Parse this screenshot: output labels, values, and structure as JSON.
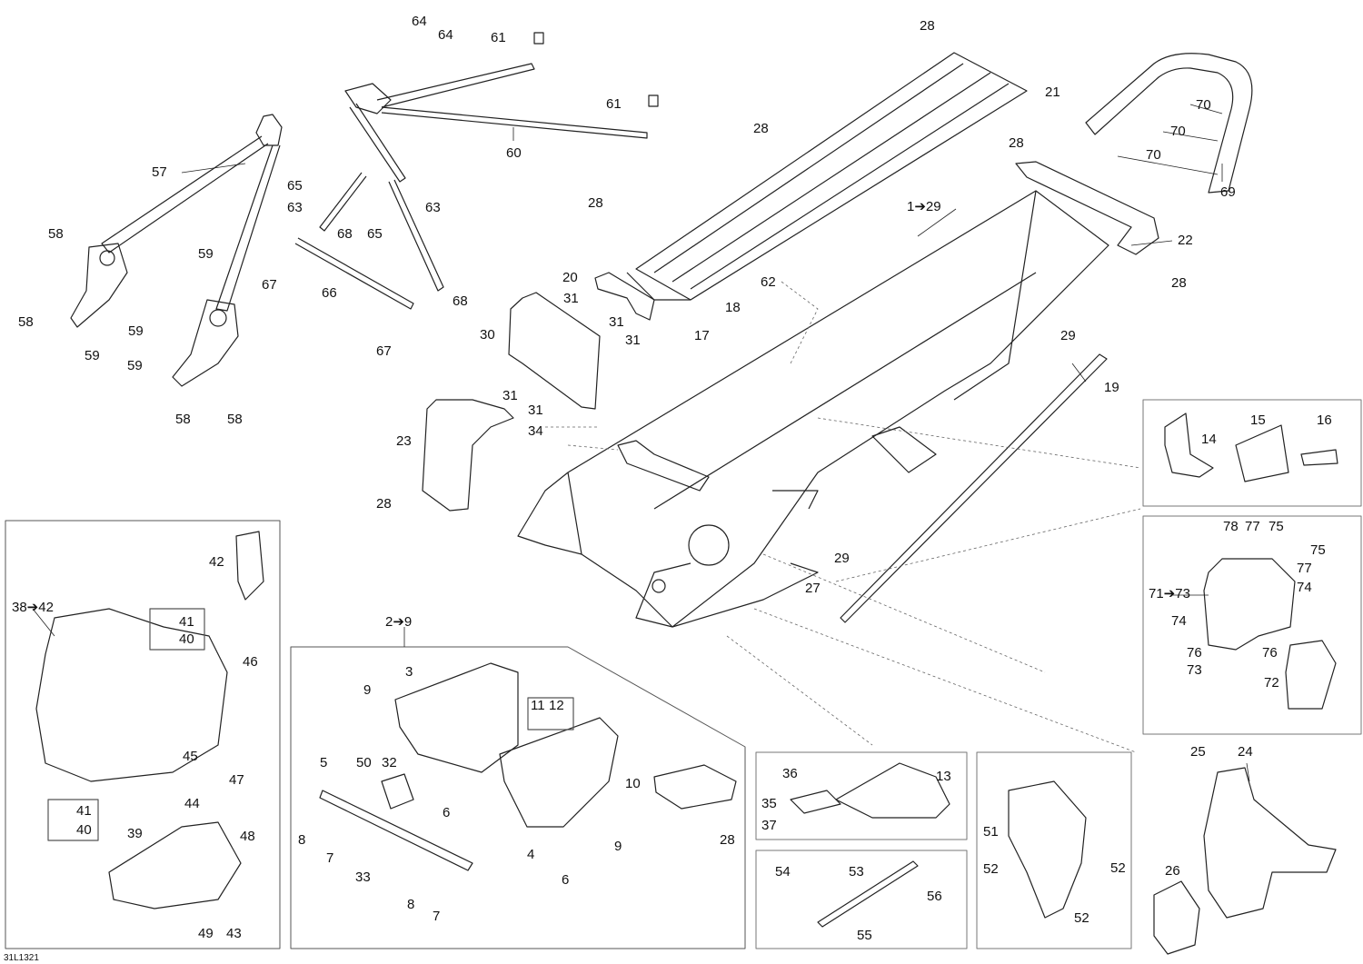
{
  "diagram": {
    "reference": "31L1321",
    "callouts": {
      "c64a": "64",
      "c64b": "64",
      "c61a": "61",
      "c61b": "61",
      "c28_top": "28",
      "c21": "21",
      "c28_tubes": "28",
      "c28_bracket": "28",
      "c70a": "70",
      "c70b": "70",
      "c70c": "70",
      "c69": "69",
      "c57": "57",
      "c60": "60",
      "c65a": "65",
      "c63a": "63",
      "c63b": "63",
      "c68a": "68",
      "c65b": "65",
      "c58a": "58",
      "c59a": "59",
      "c58b": "58",
      "c59b": "59",
      "c59c": "59",
      "c59d": "59",
      "c58c": "58",
      "c58d": "58",
      "c67a": "67",
      "c66": "66",
      "c68b": "68",
      "c67b": "67",
      "c28_rad": "28",
      "c1to29": "1➔29",
      "c22": "22",
      "c28_right": "28",
      "c20": "20",
      "c31a": "31",
      "c62": "62",
      "c18": "18",
      "c31b": "31",
      "c30": "30",
      "c31c": "31",
      "c17": "17",
      "c29a": "29",
      "c19": "19",
      "c31d": "31",
      "c31e": "31",
      "c34": "34",
      "c14": "14",
      "c15": "15",
      "c16": "16",
      "c23": "23",
      "c28_left": "28",
      "c78": "78",
      "c77a": "77",
      "c75a": "75",
      "c75b": "75",
      "c42": "42",
      "c29b": "29",
      "c77b": "77",
      "c27": "27",
      "c74a": "74",
      "c38to42": "38➔42",
      "c71to73": "71➔73",
      "c41a": "41",
      "c74b": "74",
      "c40a": "40",
      "c2to9": "2➔9",
      "c76a": "76",
      "c76b": "76",
      "c3": "3",
      "c46": "46",
      "c73": "73",
      "c72": "72",
      "c9a": "9",
      "c11": "11",
      "c12": "12",
      "c45": "45",
      "c47": "47",
      "c25": "25",
      "c24": "24",
      "c36": "36",
      "c13": "13",
      "c5": "5",
      "c50": "50",
      "c32": "32",
      "c10": "10",
      "c44": "44",
      "c35": "35",
      "c6a": "6",
      "c41b": "41",
      "c37": "37",
      "c51": "51",
      "c40b": "40",
      "c8a": "8",
      "c28_plate": "28",
      "c39": "39",
      "c48": "48",
      "c4": "4",
      "c9b": "9",
      "c7a": "7",
      "c33": "33",
      "c52a": "52",
      "c52b": "52",
      "c26": "26",
      "c6b": "6",
      "c54": "54",
      "c53": "53",
      "c56": "56",
      "c8b": "8",
      "c52c": "52",
      "c7b": "7",
      "c49": "49",
      "c43": "43",
      "c55": "55"
    }
  }
}
